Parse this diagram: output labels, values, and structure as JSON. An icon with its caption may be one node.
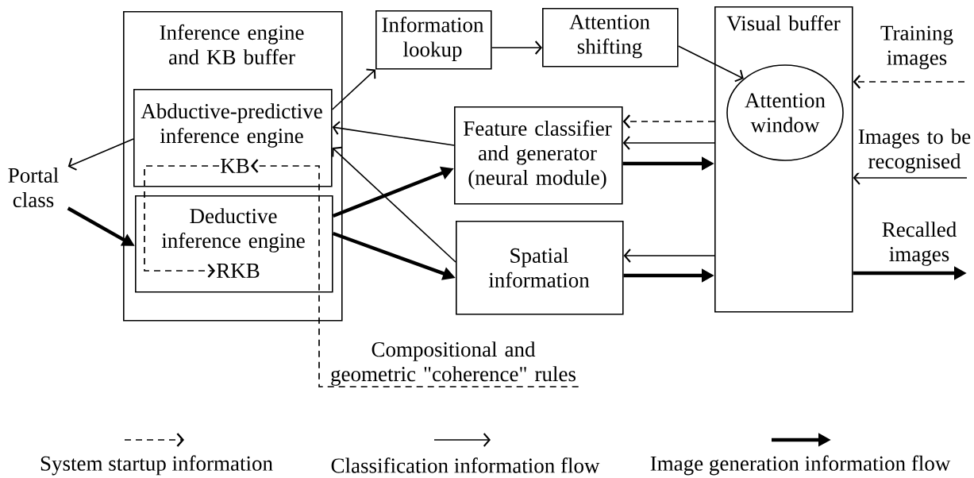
{
  "diagram": {
    "nodes": [
      {
        "text": [
          "Inference engine and KB buffer"
        ]
      },
      {
        "text": [
          "Abductive-predictive inference engine"
        ],
        "in": 0
      },
      {
        "text": [
          "KB"
        ],
        "in": 1
      },
      {
        "text": [
          "Deductive inference engine"
        ],
        "in": 0
      },
      {
        "text": [
          "RKB"
        ],
        "in": 3
      },
      {
        "text": [
          "Portal class"
        ]
      },
      {
        "text": [
          "Information lookup"
        ]
      },
      {
        "text": [
          "Attention shifting"
        ]
      },
      {
        "text": [
          "Feature classifier and generator (neural module)"
        ]
      },
      {
        "text": [
          "Spatial information"
        ]
      },
      {
        "text": [
          "Visual buffer"
        ]
      },
      {
        "text": [
          "Attention window"
        ],
        "in": 10
      },
      {
        "text": [
          "Compositional and geometric \"coherence\" rules"
        ]
      }
    ],
    "edges": [
      {
        "from": 1,
        "to": 5,
        "arrow": "to"
      },
      {
        "from": 5,
        "to": 3,
        "arrow": "to",
        "style": "thick"
      },
      {
        "from": 1,
        "to": 6,
        "arrow": "to"
      },
      {
        "from": 6,
        "to": 7,
        "arrow": "to"
      },
      {
        "from": 7,
        "to": 11,
        "arrow": "to"
      },
      {
        "from": 8,
        "to": 1,
        "arrow": "to"
      },
      {
        "from": 9,
        "to": 1,
        "arrow": "to"
      },
      {
        "from": 3,
        "to": 8,
        "arrow": "to",
        "style": "thick"
      },
      {
        "from": 3,
        "to": 9,
        "arrow": "to",
        "style": "thick"
      },
      {
        "from": 10,
        "to": 8,
        "arrow": "to",
        "style": "dashed"
      },
      {
        "from": 10,
        "to": 8,
        "arrow": "to"
      },
      {
        "from": 8,
        "to": 10,
        "arrow": "to",
        "style": "thick"
      },
      {
        "from": 10,
        "to": 9,
        "arrow": "to"
      },
      {
        "from": 9,
        "to": 10,
        "arrow": "to",
        "style": "thick"
      },
      {
        "from": null,
        "to": 10,
        "arrow": "to",
        "style": "dashed",
        "label": "Training images"
      },
      {
        "from": null,
        "to": 10,
        "arrow": "to",
        "label": "Images to be recognised"
      },
      {
        "from": 10,
        "to": null,
        "arrow": "to",
        "style": "thick",
        "label": "Recalled images"
      },
      {
        "from": 12,
        "to": 2,
        "arrow": "to",
        "style": "dashed"
      },
      {
        "from": 2,
        "to": 4,
        "arrow": "to",
        "style": "dashed"
      }
    ],
    "legend": [
      {
        "text": "System startup information"
      },
      {
        "text": "Classification information flow"
      },
      {
        "text": "Image generation information flow"
      }
    ]
  }
}
